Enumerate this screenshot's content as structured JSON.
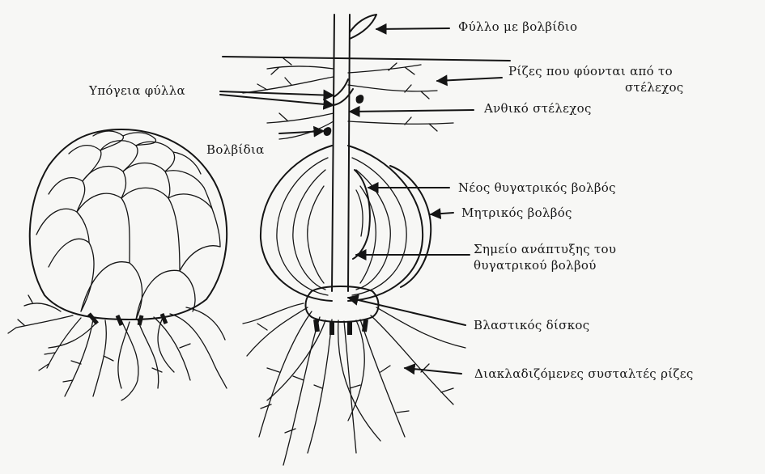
{
  "labels": {
    "leaf_bulbil": "Φύλλο με βολβίδιο",
    "stem_roots_1": "Ρίζες που φύονται από το",
    "stem_roots_2": "στέλεχος",
    "underground_leaves": "Υπόγεια φύλλα",
    "flower_stem": "Ανθικό στέλεχος",
    "bulbils": "Βολβίδια",
    "daughter_bulb": "Νέος θυγατρικός βολβός",
    "mother_bulb": "Μητρικός βολβός",
    "growth_point_1": "Σημείο ανάπτυξης του",
    "growth_point_2": "θυγατρικού βολβού",
    "basal_plate": "Βλαστικός δίσκος",
    "contractile_roots": "Διακλαδιζόμενες συσταλτές ρίζες"
  }
}
